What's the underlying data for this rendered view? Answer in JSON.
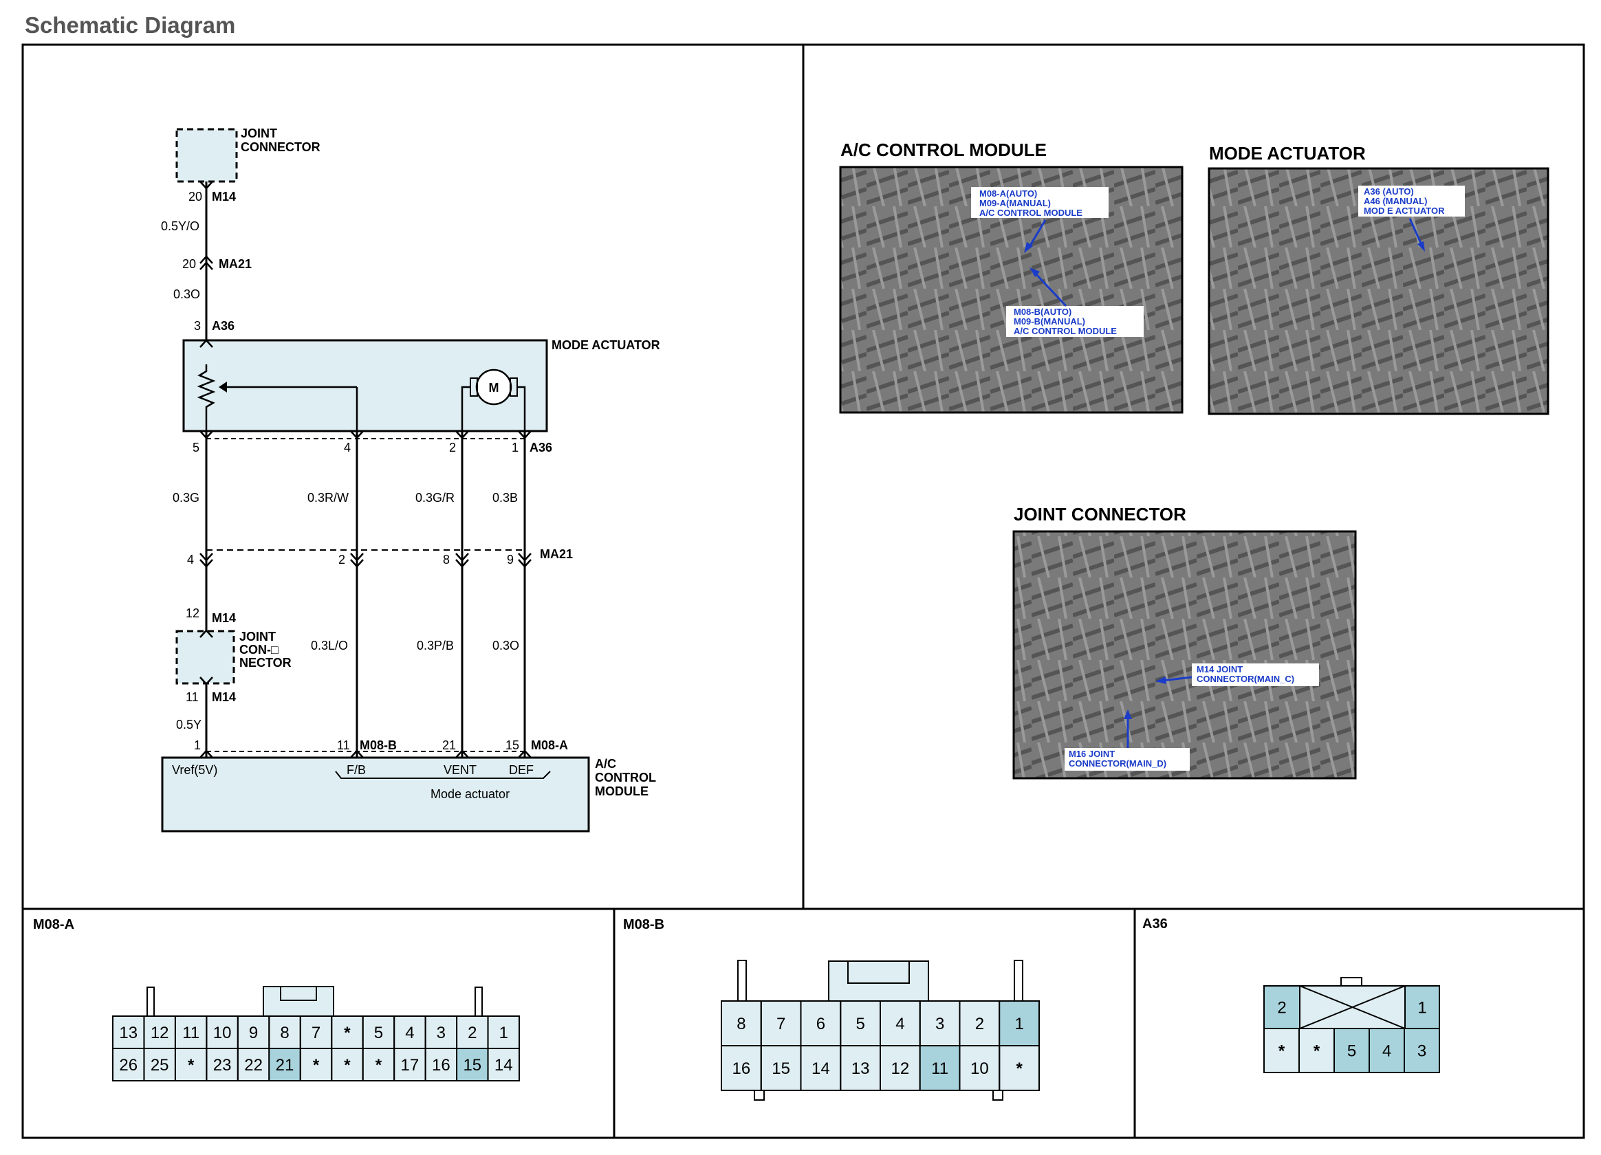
{
  "page_title": "Schematic Diagram",
  "schematic": {
    "joint_connector_top": {
      "label1": "JOINT",
      "label2": "CONNECTOR",
      "pin": "20",
      "connector": "M14"
    },
    "wire_top": "0.5Y/O",
    "ma21_top": {
      "pin": "20",
      "connector": "MA21"
    },
    "wire_mid": "0.3O",
    "a36_top": {
      "pin": "3",
      "connector": "A36"
    },
    "mode_actuator_label": "MODE ACTUATOR",
    "motor_label": "M",
    "a36_bottom": {
      "pins": [
        "5",
        "4",
        "2",
        "1"
      ],
      "connector": "A36"
    },
    "wires_upper": [
      "0.3G",
      "0.3R/W",
      "0.3G/R",
      "0.3B"
    ],
    "ma21_bottom": {
      "pins": [
        "4",
        "2",
        "8",
        "9"
      ],
      "connector": "MA21"
    },
    "m14_upper": {
      "pin": "12",
      "connector": "M14"
    },
    "joint_connector_mid": {
      "label1": "JOINT",
      "label2": "CON-□",
      "label3": "NECTOR"
    },
    "m14_lower": {
      "pin": "11",
      "connector": "M14"
    },
    "wires_lower": [
      "0.3L/O",
      "0.3P/B",
      "0.3O"
    ],
    "wire_left_lower": "0.5Y",
    "acm_pins": {
      "p1": "1",
      "p11": "11",
      "m08b": "M08-B",
      "p21": "21",
      "p15": "15",
      "m08a": "M08-A"
    },
    "acm": {
      "vref": "Vref(5V)",
      "fb": "F/B",
      "vent": "VENT",
      "def": "DEF",
      "mode": "Mode actuator",
      "label1": "A/C",
      "label2": "CONTROL",
      "label3": "MODULE"
    }
  },
  "photos": {
    "acm": {
      "title": "A/C CONTROL MODULE",
      "callout1": [
        "M08-A(AUTO)",
        "M09-A(MANUAL)",
        "A/C CONTROL MODULE"
      ],
      "callout2": [
        "M08-B(AUTO)",
        "M09-B(MANUAL)",
        "A/C CONTROL MODULE"
      ]
    },
    "mode": {
      "title": "MODE ACTUATOR",
      "callout": [
        "A36 (AUTO)",
        "A46 (MANUAL)",
        "MOD E ACTUATOR"
      ]
    },
    "joint": {
      "title": "JOINT CONNECTOR",
      "callout1": [
        "M14 JOINT",
        "CONNECTOR(MAIN_C)"
      ],
      "callout2": [
        "M16 JOINT",
        "CONNECTOR(MAIN_D)"
      ]
    }
  },
  "connectors": {
    "m08a": {
      "title": "M08-A",
      "row1": [
        "13",
        "12",
        "11",
        "10",
        "9",
        "8",
        "7",
        "*",
        "5",
        "4",
        "3",
        "2",
        "1"
      ],
      "row2": [
        "26",
        "25",
        "*",
        "23",
        "22",
        "21",
        "*",
        "*",
        "*",
        "17",
        "16",
        "15",
        "14"
      ],
      "highlight": [
        "21",
        "15"
      ]
    },
    "m08b": {
      "title": "M08-B",
      "row1": [
        "8",
        "7",
        "6",
        "5",
        "4",
        "3",
        "2",
        "1"
      ],
      "row2": [
        "16",
        "15",
        "14",
        "13",
        "12",
        "11",
        "10",
        "*"
      ],
      "highlight": [
        "1",
        "11"
      ]
    },
    "a36": {
      "title": "A36",
      "left": [
        "2"
      ],
      "right": [
        "1"
      ],
      "row2": [
        "*",
        "*",
        "5",
        "4",
        "3"
      ],
      "highlight": [
        "2",
        "1",
        "5",
        "4",
        "3"
      ]
    }
  },
  "colors": {
    "fill_box": "#dfeef2",
    "pin_highlight": "#a8d3dc",
    "callout_text": "#1a3cc8"
  }
}
